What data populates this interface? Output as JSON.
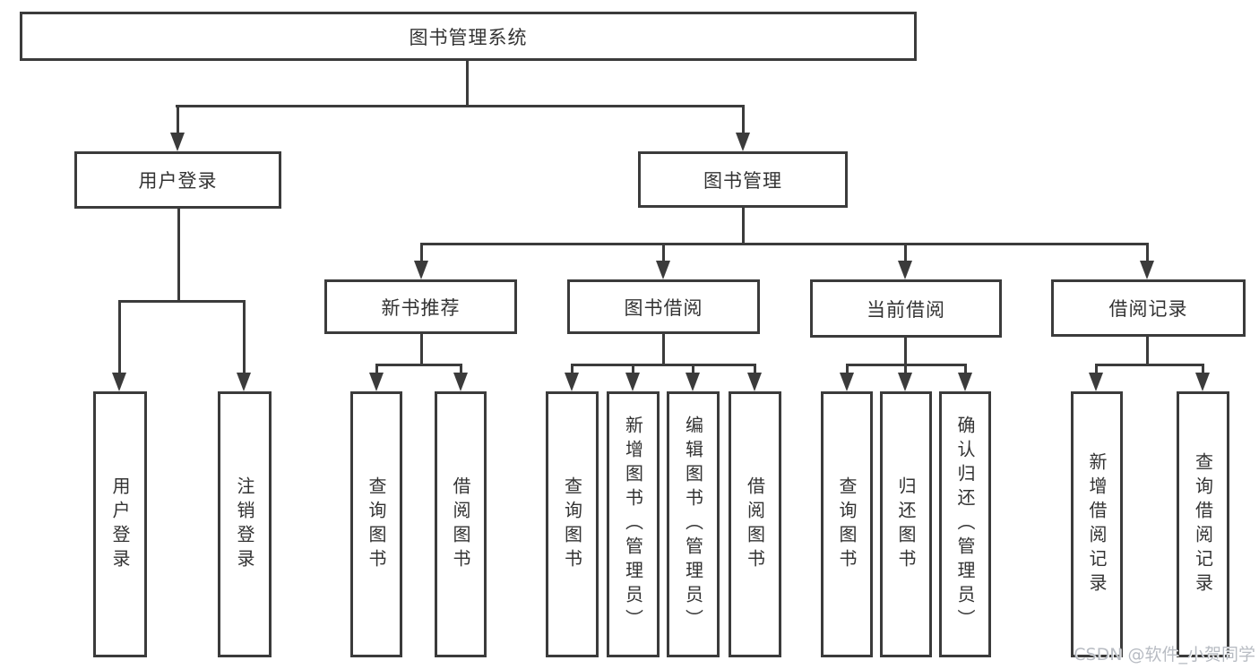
{
  "diagram": {
    "root": "图书管理系统",
    "user_login": {
      "label": "用户登录",
      "children": [
        "用户登录",
        "注销登录"
      ]
    },
    "book_mgmt": {
      "label": "图书管理",
      "sections": [
        {
          "label": "新书推荐",
          "children": [
            "查询图书",
            "借阅图书"
          ]
        },
        {
          "label": "图书借阅",
          "children": [
            "查询图书",
            "新增图书（管理员）",
            "编辑图书（管理员）",
            "借阅图书"
          ]
        },
        {
          "label": "当前借阅",
          "children": [
            "查询图书",
            "归还图书",
            "确认归还（管理员）"
          ]
        },
        {
          "label": "借阅记录",
          "children": [
            "新增借阅记录",
            "查询借阅记录"
          ]
        }
      ]
    }
  },
  "watermark": "CSDN @软件_小贺同学",
  "colors": {
    "line": "#3b3b3b",
    "text": "#333333",
    "box_background": "#ffffff",
    "watermark": "#b8bcc3"
  }
}
